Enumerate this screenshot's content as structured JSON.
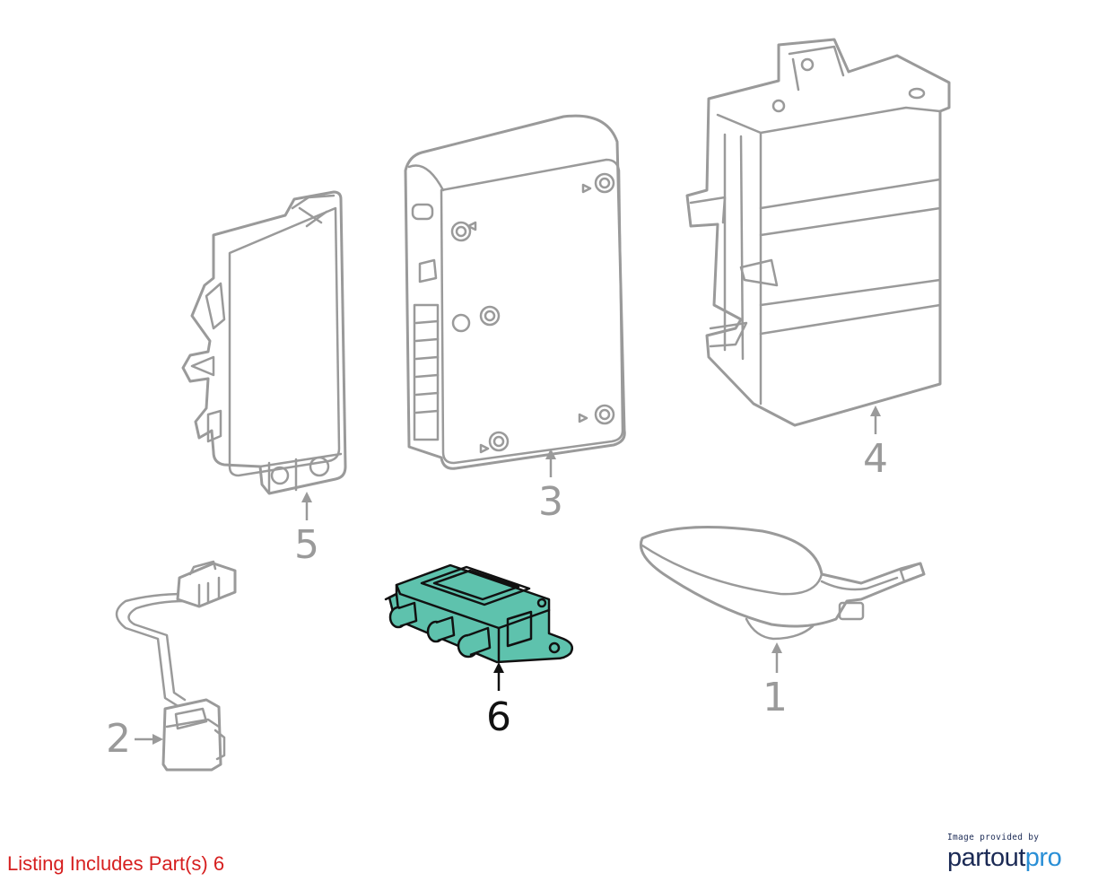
{
  "diagram": {
    "callouts": [
      {
        "number": "1",
        "highlighted": false
      },
      {
        "number": "2",
        "highlighted": false
      },
      {
        "number": "3",
        "highlighted": false
      },
      {
        "number": "4",
        "highlighted": false
      },
      {
        "number": "5",
        "highlighted": false
      },
      {
        "number": "6",
        "highlighted": true
      }
    ],
    "colors": {
      "line": "#9a9a9a",
      "highlight_fill": "#5ec2ad",
      "highlight_line": "#111111",
      "note_text": "#d61f1f",
      "brand": "#1b2a55",
      "brand_accent": "#2a8fd6"
    }
  },
  "footer": {
    "listing_note": "Listing Includes Part(s) 6",
    "credit_caption": "Image provided by",
    "credit_brand_part1": "partout",
    "credit_brand_part2": "pro"
  }
}
